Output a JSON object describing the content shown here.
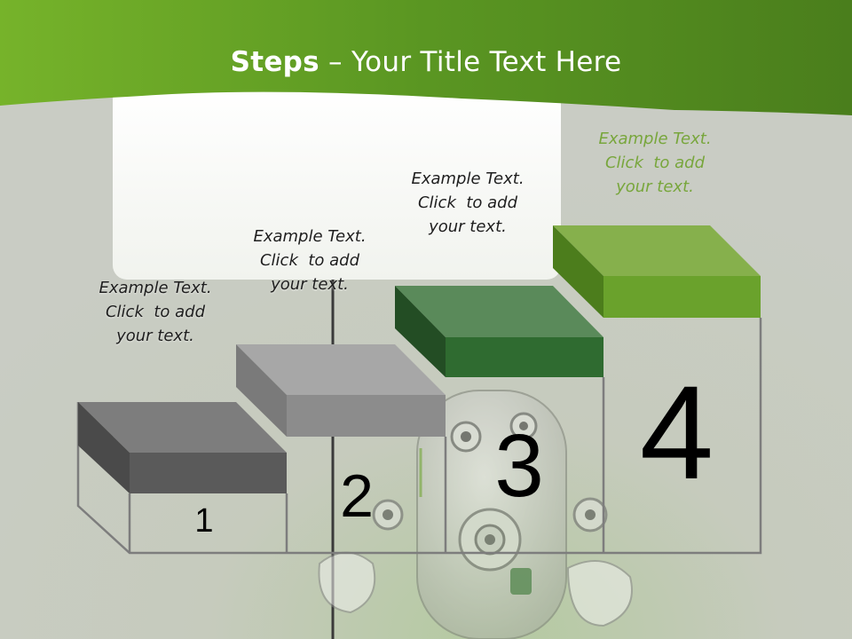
{
  "title": {
    "bold": "Steps",
    "rest": " – Your Title Text Here"
  },
  "colors": {
    "header_green_dark": "#4f8a1c",
    "header_green_light": "#76b32a",
    "background": "#c9ccc4",
    "step1": "#5a5a5a",
    "step2": "#8c8c8c",
    "step3": "#2f6b30",
    "step4": "#6aa22c",
    "caption4": "#78a63c"
  },
  "steps": [
    {
      "number": "1",
      "caption": [
        "Example Text.",
        "Click  to add",
        "your text."
      ]
    },
    {
      "number": "2",
      "caption": [
        "Example Text.",
        "Click  to add",
        "your text."
      ]
    },
    {
      "number": "3",
      "caption": [
        "Example Text.",
        "Click  to add",
        "your text."
      ]
    },
    {
      "number": "4",
      "caption": [
        "Example Text.",
        "Click  to add",
        "your text."
      ]
    }
  ]
}
